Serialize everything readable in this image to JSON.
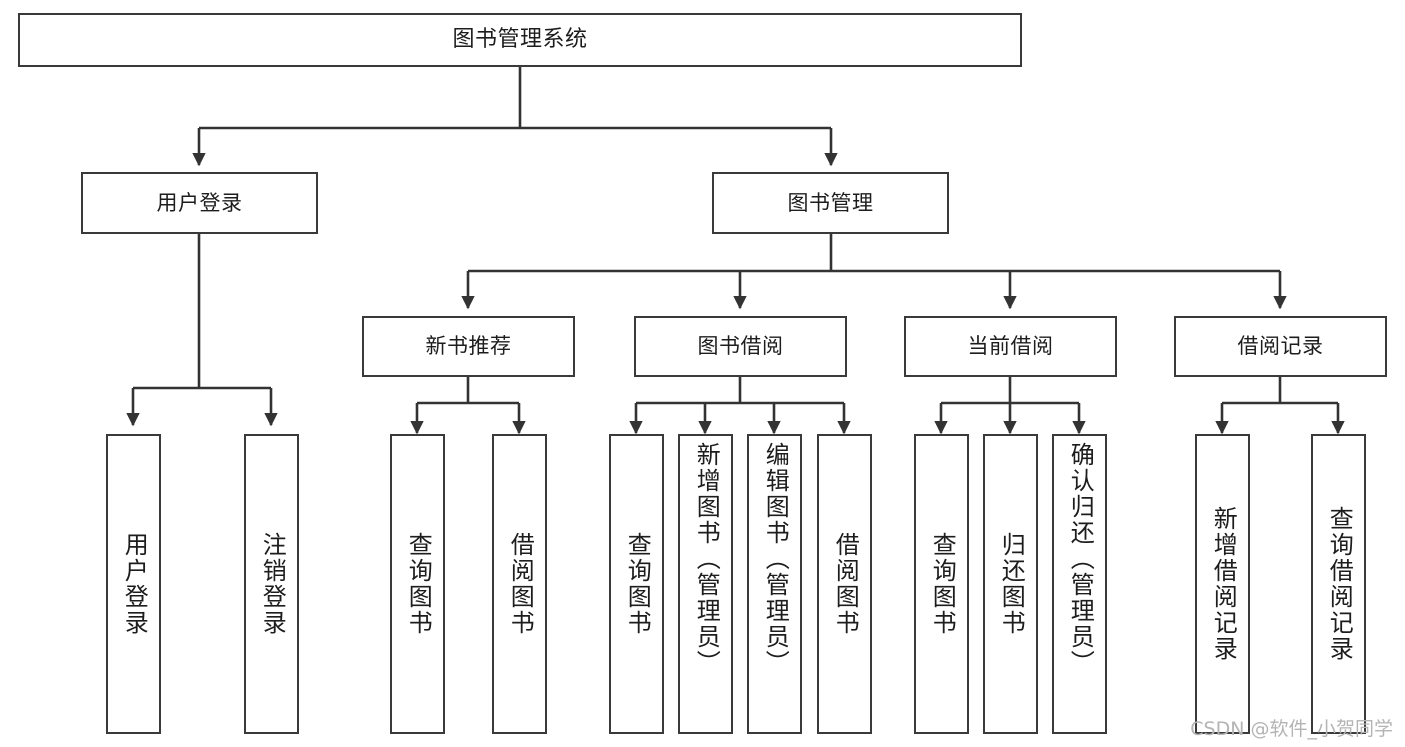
{
  "diagram": {
    "title": "图书管理系统",
    "type": "tree-hierarchy",
    "root": {
      "label": "图书管理系统"
    },
    "level2": [
      {
        "label": "用户登录"
      },
      {
        "label": "图书管理"
      }
    ],
    "level3": [
      {
        "label": "新书推荐"
      },
      {
        "label": "图书借阅"
      },
      {
        "label": "当前借阅"
      },
      {
        "label": "借阅记录"
      }
    ],
    "leaves": {
      "user_login": [
        {
          "label": "用户登录"
        },
        {
          "label": "注销登录"
        }
      ],
      "new_book_recommend": [
        {
          "label": "查询图书"
        },
        {
          "label": "借阅图书"
        }
      ],
      "book_borrow": [
        {
          "label": "查询图书"
        },
        {
          "label": "新增图书（管理员）"
        },
        {
          "label": "编辑图书（管理员）"
        },
        {
          "label": "借阅图书"
        }
      ],
      "current_borrow": [
        {
          "label": "查询图书"
        },
        {
          "label": "归还图书"
        },
        {
          "label": "确认归还（管理员）"
        }
      ],
      "borrow_record": [
        {
          "label": "新增借阅记录"
        },
        {
          "label": "查询借阅记录"
        }
      ]
    }
  },
  "watermark": {
    "text": "CSDN @软件_小贺同学"
  },
  "colors": {
    "box_border": "#3a3a3a",
    "box_fill": "#ffffff",
    "connector": "#333333",
    "text": "#1d1d1d",
    "watermark": "#b4b4b4",
    "background": "#ffffff"
  }
}
